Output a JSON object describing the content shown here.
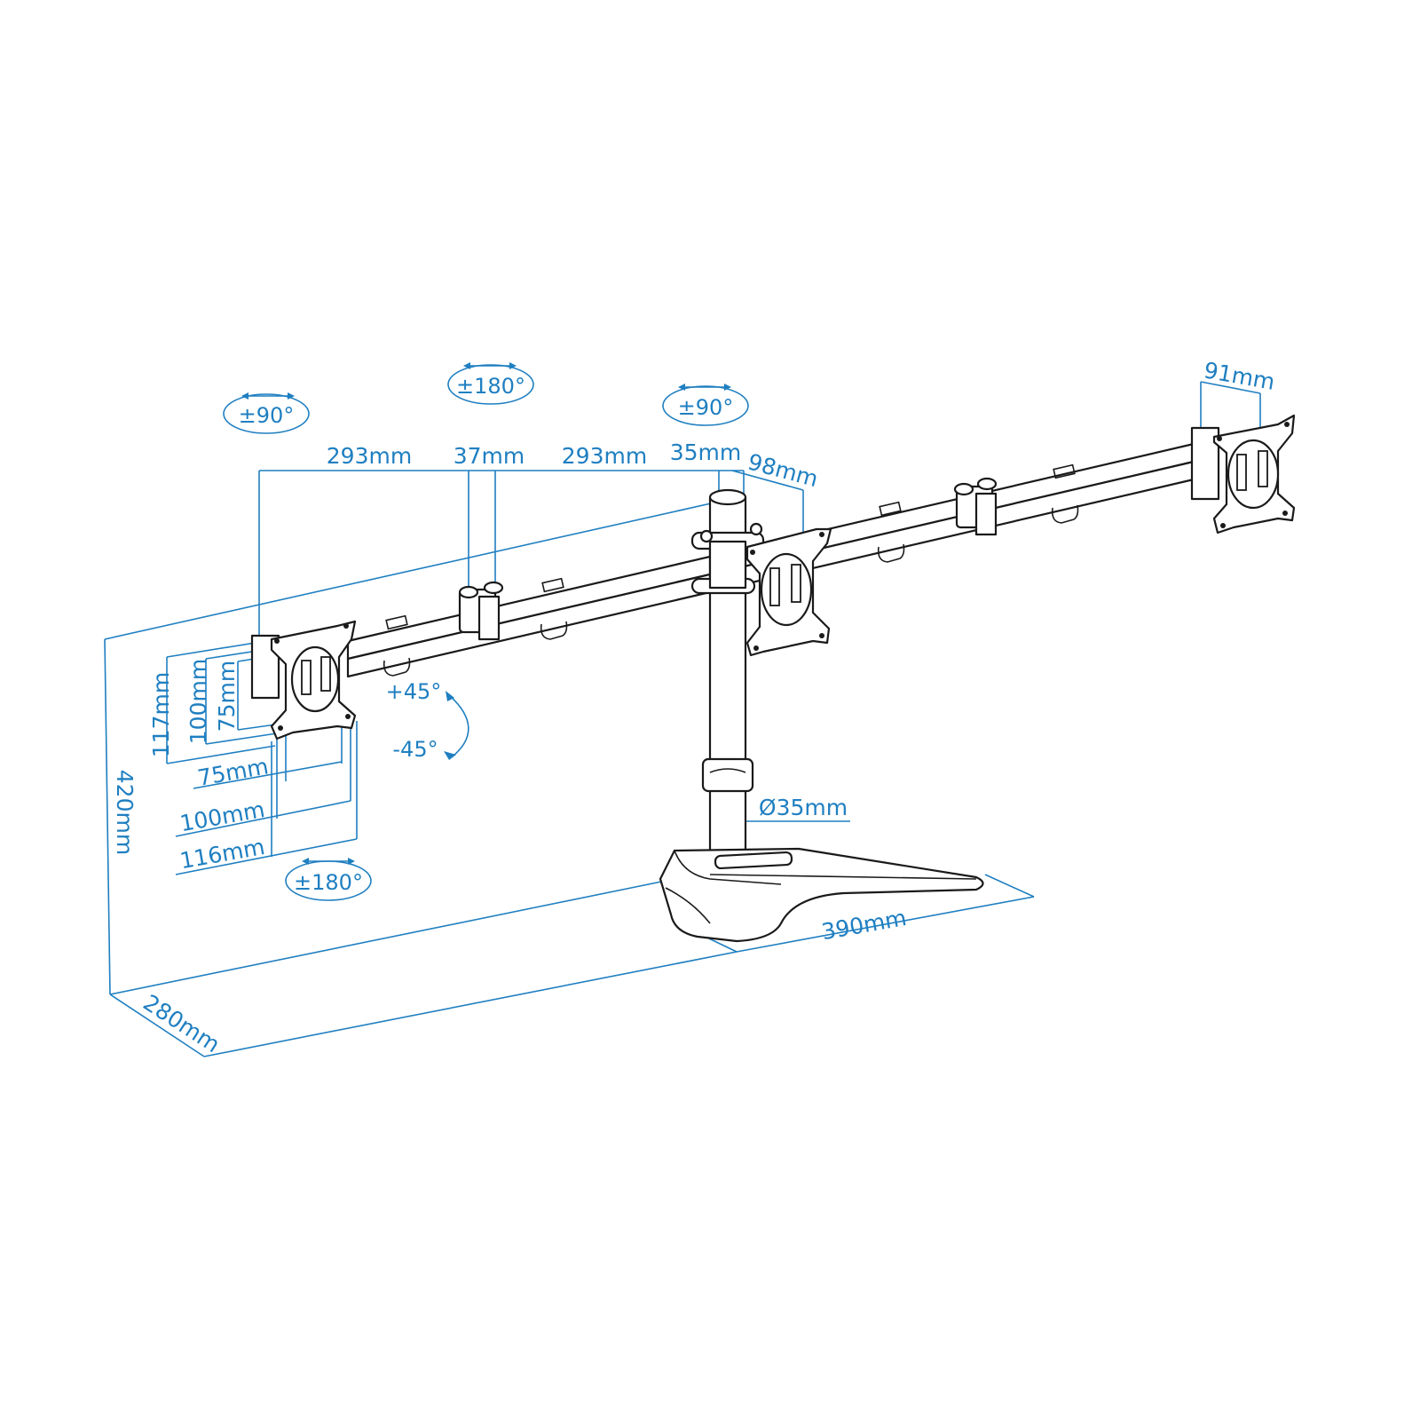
{
  "diagram": {
    "accent_color": "#1f7fc1",
    "line_color": "#1a1a1a",
    "rotation_badges": {
      "left_arm_swivel": "±90°",
      "mid_arm_swivel": "±180°",
      "center_swivel": "±90°",
      "rotation_left": "±180°"
    },
    "tilt": {
      "up": "+45°",
      "down": "-45°"
    },
    "dimensions": {
      "arm_left_length": "293mm",
      "arm_joint": "37mm",
      "arm_right_length": "293mm",
      "pole_offset": "35mm",
      "head_offset": "98mm",
      "bracket_depth": "91mm",
      "vesa_h_117": "117mm",
      "vesa_h_100": "100mm",
      "vesa_h_75": "75mm",
      "vesa_w_75": "75mm",
      "vesa_w_100": "100mm",
      "vesa_w_116": "116mm",
      "height": "420mm",
      "pole_diameter": "Ø35mm",
      "base_width": "390mm",
      "base_depth": "280mm"
    }
  }
}
